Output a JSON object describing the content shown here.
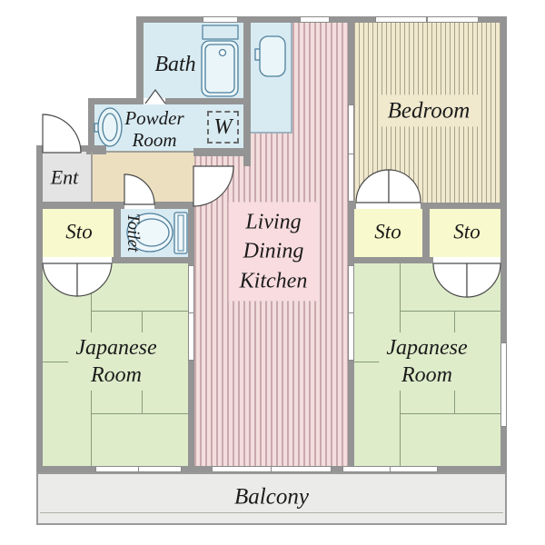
{
  "floorplan": {
    "rooms": {
      "bath": {
        "label": "Bath"
      },
      "powder_room": {
        "label": "Powder\nRoom"
      },
      "washer_space": {
        "label": "W"
      },
      "entrance": {
        "label": "Ent"
      },
      "storage_left": {
        "label": "Sto"
      },
      "toilet": {
        "label": "Toilet"
      },
      "ldk": {
        "label": "Living\nDining\nKitchen"
      },
      "bedroom": {
        "label": "Bedroom"
      },
      "storage_middle": {
        "label": "Sto"
      },
      "storage_right": {
        "label": "Sto"
      },
      "japanese_room_left": {
        "label": "Japanese\nRoom"
      },
      "japanese_room_right": {
        "label": "Japanese\nRoom"
      },
      "balcony": {
        "label": "Balcony"
      }
    },
    "icons": [
      "bathtub-icon",
      "kitchen-sink-icon",
      "washbasin-icon",
      "toilet-icon",
      "washing-machine-space",
      "door-swing-icon",
      "double-door-swing-icon",
      "folding-door-icon",
      "window",
      "sliding-door"
    ],
    "colors": {
      "wall": "#949494",
      "water_rooms": "#d8ebf2",
      "fixture_stroke": "#4e7f9c",
      "ldk_stripe_light": "#f3dddd",
      "ldk_stripe_dark": "#c9a9ad",
      "ldk_label_bg": "#f8dce0",
      "bedroom_bg": "#f0e9ce",
      "bedroom_stripe": "#a8a28c",
      "storage": "#f8f9cc",
      "entrance_floor": "#e4e4e4",
      "hallway": "#ecdfc0",
      "japanese_room": "#deecca",
      "tatami_line": "#879b7b",
      "balcony": "#ebebe9",
      "text": "#1b1b1b"
    }
  }
}
